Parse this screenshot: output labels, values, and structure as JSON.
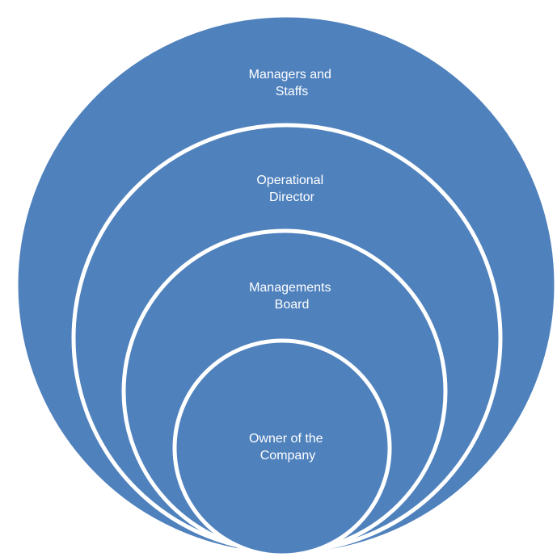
{
  "diagram": {
    "fill_color": "#4F81BD",
    "outline_color": "#FFFFFF",
    "rings": [
      {
        "line1": "Managers and",
        "line2": "Staffs"
      },
      {
        "line1": "Operational",
        "line2": "Director"
      },
      {
        "line1": "Managements",
        "line2": "Board"
      },
      {
        "line1": "Owner of the",
        "line2": "Company"
      }
    ]
  }
}
